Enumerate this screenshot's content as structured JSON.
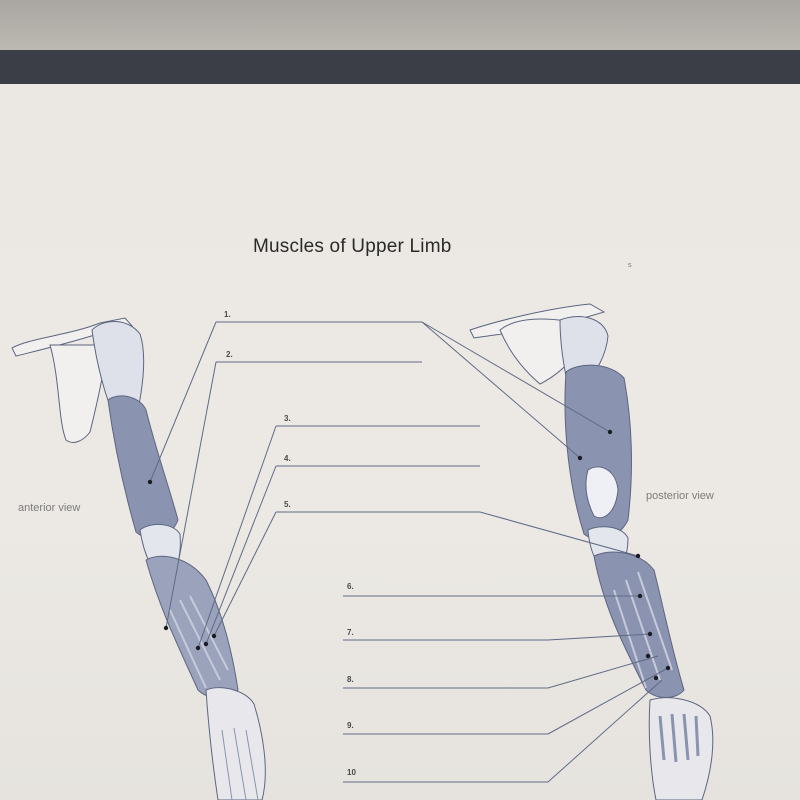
{
  "worksheet": {
    "title": "Muscles of Upper Limb",
    "anterior_label": "anterior view",
    "posterior_label": "posterior view",
    "stray_mark": "s",
    "label_numbers": [
      "1.",
      "2.",
      "3.",
      "4.",
      "5.",
      "6.",
      "7.",
      "8.",
      "9.",
      "10"
    ]
  },
  "colors": {
    "screen_dark_bar": "#3b3e47",
    "paper": "#ebe8e3",
    "muscle_fill": "#8a93b0",
    "bone_fill": "#f2f0ee",
    "leader_line": "#5f6b86"
  },
  "icons": [
    "anterior-arm-illustration",
    "posterior-arm-illustration"
  ]
}
